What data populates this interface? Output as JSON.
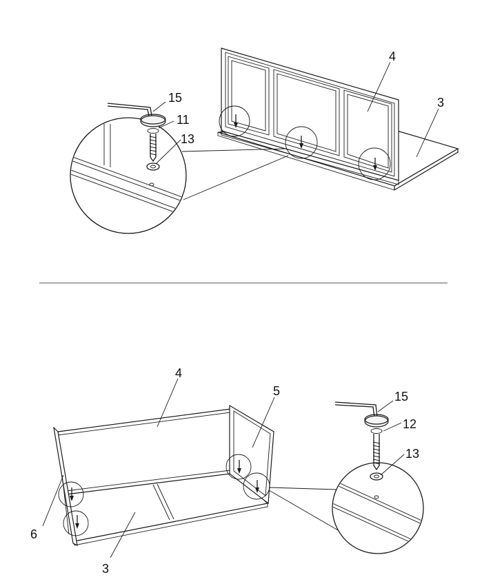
{
  "steps": [
    {
      "labels": {
        "back_panel": "4",
        "bottom_panel": "3",
        "allen_key": "15",
        "screw": "11",
        "washer": "13"
      }
    },
    {
      "labels": {
        "back_panel": "4",
        "side_panel_right": "5",
        "side_panel_left": "6",
        "bottom_panel": "3",
        "allen_key": "15",
        "screw": "12",
        "washer": "13"
      }
    }
  ],
  "colors": {
    "line": "#1a1a1a",
    "panel_fill": "#ffffff",
    "divider": "#555555"
  },
  "icons": [
    "allen-key-icon",
    "screw-icon",
    "washer-icon",
    "zoom-circle-icon",
    "insert-arrow-icon"
  ]
}
